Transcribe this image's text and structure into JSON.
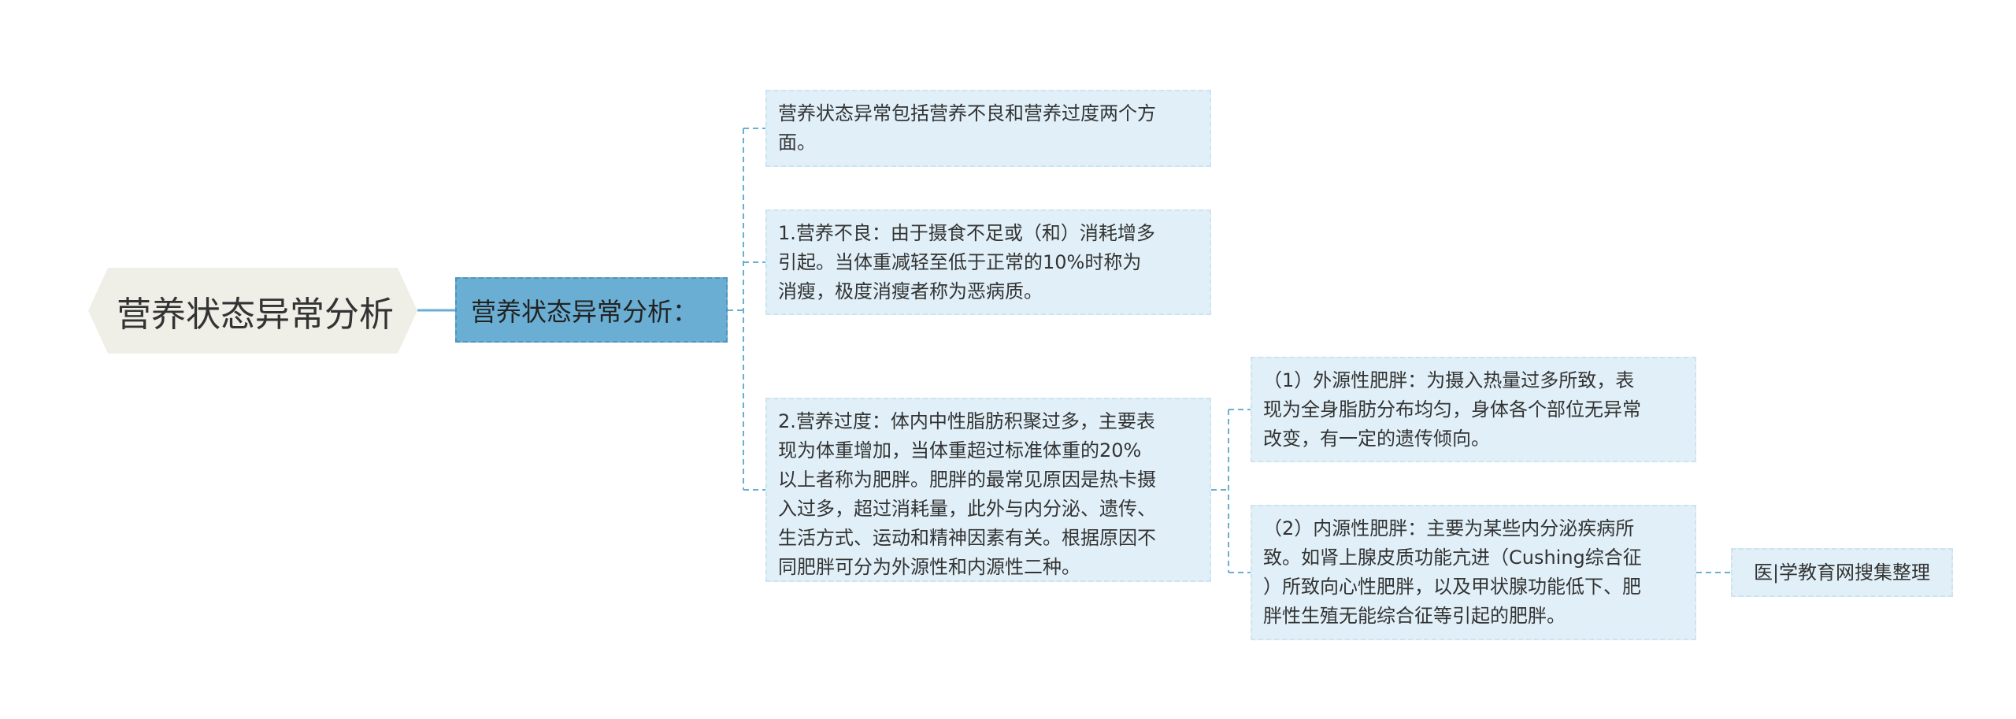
{
  "root": {
    "label": "营养状态异常分析"
  },
  "level1": {
    "label": "营养状态异常分析："
  },
  "nodes": {
    "n1": [
      "营养状态异常包括营养不良和营养过度两个方",
      "面。"
    ],
    "n2": [
      "1.营养不良：由于摄食不足或（和）消耗增多",
      "引起。当体重减轻至低于正常的10%时称为",
      "消瘦，极度消瘦者称为恶病质。"
    ],
    "n3": [
      "2.营养过度：体内中性脂肪积聚过多，主要表",
      "现为体重增加，当体重超过标准体重的20%",
      "以上者称为肥胖。肥胖的最常见原因是热卡摄",
      "入过多，超过消耗量，此外与内分泌、遗传、",
      "生活方式、运动和精神因素有关。根据原因不",
      "同肥胖可分为外源性和内源性二种。"
    ],
    "n4": [
      "（1）外源性肥胖：为摄入热量过多所致，表",
      "现为全身脂肪分布均匀，身体各个部位无异常",
      "改变，有一定的遗传倾向。"
    ],
    "n5": [
      "（2）内源性肥胖：主要为某些内分泌疾病所",
      "致。如肾上腺皮质功能亢进（Cushing综合征",
      "）所致向心性肥胖，以及甲状腺功能低下、肥",
      "胖性生殖无能综合征等引起的肥胖。"
    ],
    "n6": [
      "医|学教育网搜集整理"
    ]
  },
  "colors": {
    "root_fill": "#efefe8",
    "level1_fill": "#6aafd3",
    "leaf_fill": "#e1f0f8",
    "connector": "#6aafd3"
  }
}
